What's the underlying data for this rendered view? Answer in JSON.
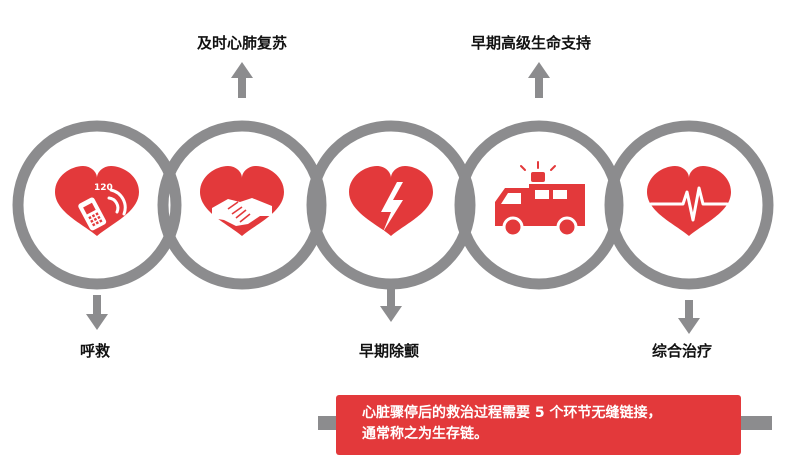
{
  "steps": [
    {
      "label": "呼救",
      "icon": "phone-call-heart-icon",
      "position": "below",
      "badge": "120"
    },
    {
      "label": "及时心肺复苏",
      "icon": "handshake-heart-icon",
      "position": "above"
    },
    {
      "label": "早期除颤",
      "icon": "lightning-heart-icon",
      "position": "below"
    },
    {
      "label": "早期高级生命支持",
      "icon": "ambulance-icon",
      "position": "above"
    },
    {
      "label": "综合治疗",
      "icon": "heartbeat-heart-icon",
      "position": "below"
    }
  ],
  "note": {
    "line1": "心脏骤停后的救治过程需要 5 个环节无缝链接，",
    "line2": "通常称之为生存链。"
  },
  "colors": {
    "ring": "#8c8c8e",
    "heart": "#e3393b",
    "arrow": "#8c8c8e",
    "note_bg": "#e3393b",
    "note_bar": "#8c8c8e"
  }
}
